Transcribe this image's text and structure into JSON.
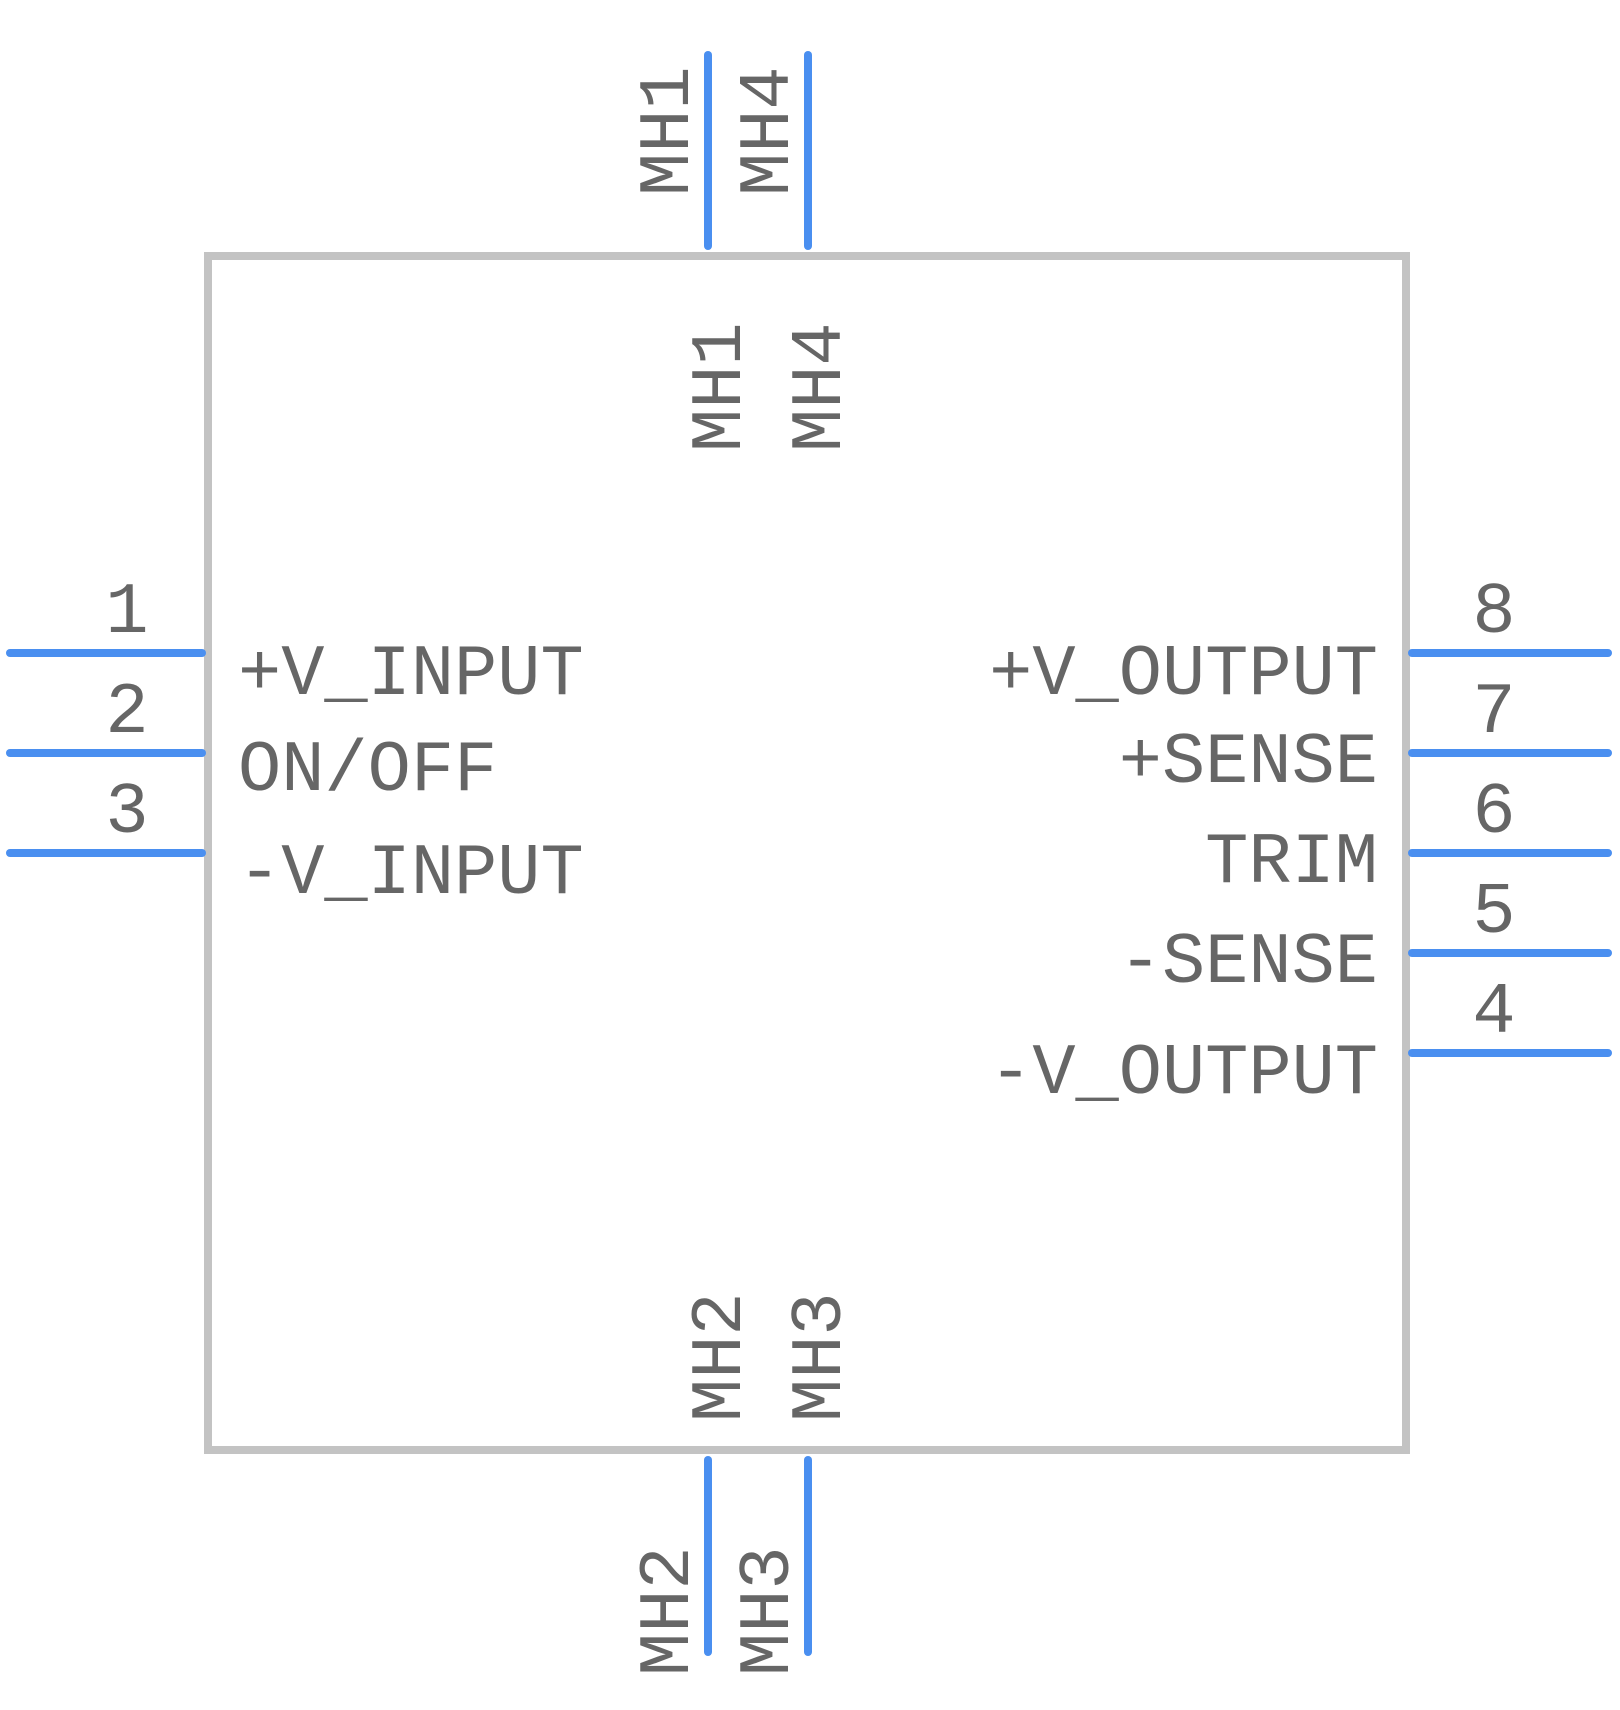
{
  "colors": {
    "pin": "#4a8ff0",
    "body": "#c3c3c3",
    "text": "#666666",
    "background": "#ffffff"
  },
  "component": {
    "left_pins": [
      {
        "number": "1",
        "name": "+V_INPUT"
      },
      {
        "number": "2",
        "name": "ON/OFF"
      },
      {
        "number": "3",
        "name": "-V_INPUT"
      }
    ],
    "right_pins": [
      {
        "number": "8",
        "name": "+V_OUTPUT"
      },
      {
        "number": "7",
        "name": "+SENSE"
      },
      {
        "number": "6",
        "name": "TRIM"
      },
      {
        "number": "5",
        "name": "-SENSE"
      },
      {
        "number": "4",
        "name": "-V_OUTPUT"
      }
    ],
    "top_pins": [
      {
        "number": "MH1",
        "name": "MH1"
      },
      {
        "number": "MH4",
        "name": "MH4"
      }
    ],
    "bottom_pins": [
      {
        "number": "MH2",
        "name": "MH2"
      },
      {
        "number": "MH3",
        "name": "MH3"
      }
    ]
  }
}
